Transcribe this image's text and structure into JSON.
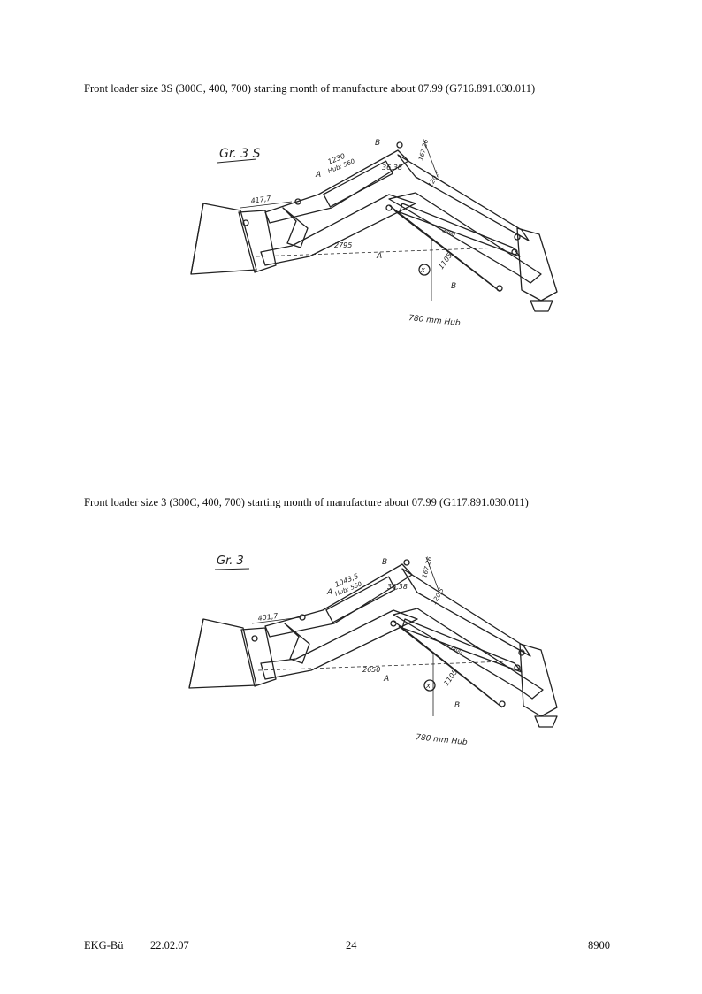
{
  "sections": [
    {
      "caption": "Front loader size 3S (300C, 400, 700) starting month of manufacture about 07.99   (G716.891.030.011)",
      "sketch": {
        "title": "Gr. 3 S",
        "dims": {
          "cyl_length": "1230",
          "stroke": "Hub: 560",
          "d_left": "417,7",
          "d_upper": "36,38",
          "d_right_top": "167,26",
          "d_right_mid": "120,5",
          "d_long": "2795",
          "d_arm": "2400",
          "d_lower": "1105",
          "stroke_bottom": "780 mm Hub"
        },
        "labels": {
          "a_top": "A",
          "b_top": "B",
          "a_bottom": "A",
          "b_bottom": "B",
          "x": "X"
        }
      }
    },
    {
      "caption": "Front loader size 3 (300C, 400, 700) starting month of manufacture about 07.99   (G117.891.030.011)",
      "sketch": {
        "title": "Gr. 3",
        "dims": {
          "cyl_length": "1043,5",
          "stroke": "Hub: 560",
          "d_left": "401,7",
          "d_upper": "36,38",
          "d_right_top": "167,26",
          "d_right_mid": "120,5",
          "d_long": "2650",
          "d_arm": "2400",
          "d_lower": "1105",
          "stroke_bottom": "780 mm Hub"
        },
        "labels": {
          "a_top": "A",
          "b_top": "B",
          "a_bottom": "A",
          "b_bottom": "B",
          "x": "X"
        }
      }
    }
  ],
  "footer": {
    "left": "EKG-Bü",
    "date": "22.02.07",
    "page": "24",
    "code": "8900"
  }
}
